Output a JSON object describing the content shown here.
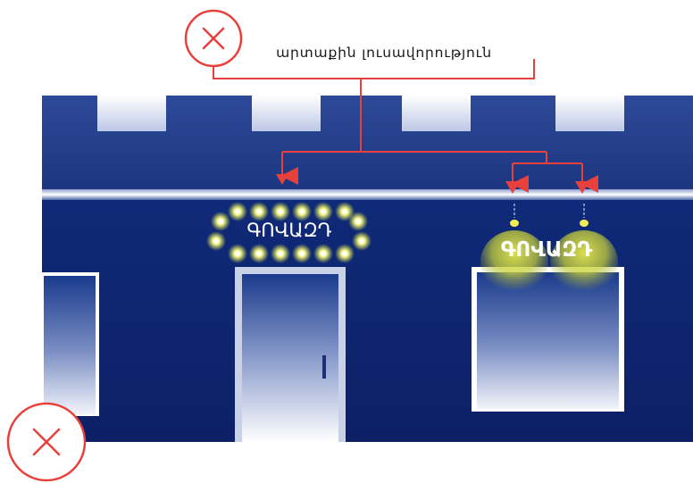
{
  "callout": {
    "label": "արտաքին լուսավորություն",
    "x_icon": "close-circle-icon"
  },
  "signs": {
    "left": "ԳՈՎԱԶԴ",
    "right": "ԳՈՎԱԶԴ"
  },
  "corner_badge": {
    "icon": "close-circle-icon"
  },
  "colors": {
    "building": "#1a2f78",
    "upper_facade": "#2a4794",
    "callout_red": "#e8413c",
    "bulb_glow": "#d8e22a",
    "text_white": "#ffffff"
  }
}
